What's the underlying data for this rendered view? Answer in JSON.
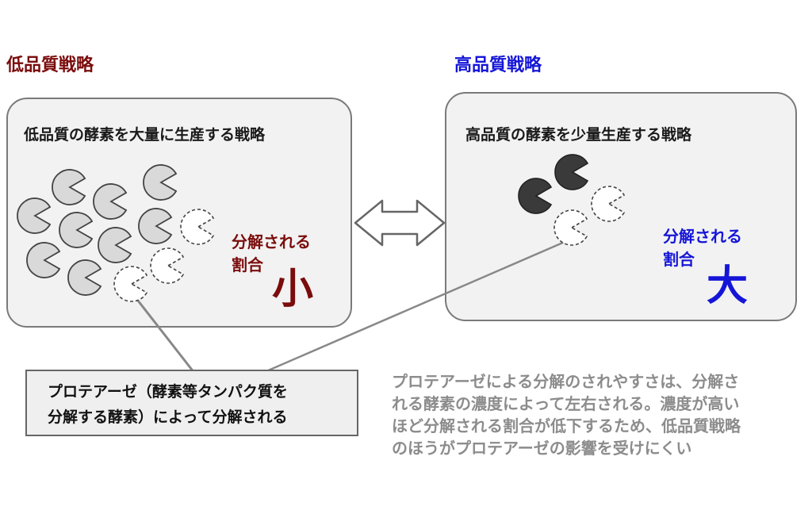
{
  "low_strategy": {
    "title": "低品質戦略",
    "title_color": "#7b0c0c",
    "panel_caption": "低品質の酵素を大量に生産する戦略",
    "ratio_label_line1": "分解される",
    "ratio_label_line2": "割合",
    "ratio_value": "小",
    "ratio_color": "#7b0c0c"
  },
  "high_strategy": {
    "title": "高品質戦略",
    "title_color": "#1515d8",
    "panel_caption": "高品質の酵素を少量生産する戦略",
    "ratio_label_line1": "分解される",
    "ratio_label_line2": "割合",
    "ratio_value": "大",
    "ratio_color": "#1515d8"
  },
  "protease_note": {
    "line1": "プロテアーゼ（酵素等タンパク質を",
    "line2": "分解する酵素）によって分解される"
  },
  "explanation": {
    "line1": "プロテアーゼによる分解のされやすさは、分解さ",
    "line2": "れる酵素の濃度によって左右される。濃度が高い",
    "line3": "ほど分解される割合が低下するため、低品質戦略",
    "line4": "のほうがプロテアーゼの影響を受けにくい"
  },
  "icons": {
    "enzyme_low_quality": "pacman-light-gray",
    "enzyme_high_quality": "pacman-dark",
    "enzyme_degraded": "pacman-dashed-outline",
    "comparison": "double-headed-arrow"
  },
  "colors": {
    "low_quality_enzyme": "#d9d9d9",
    "high_quality_enzyme": "#3a3a3a"
  }
}
